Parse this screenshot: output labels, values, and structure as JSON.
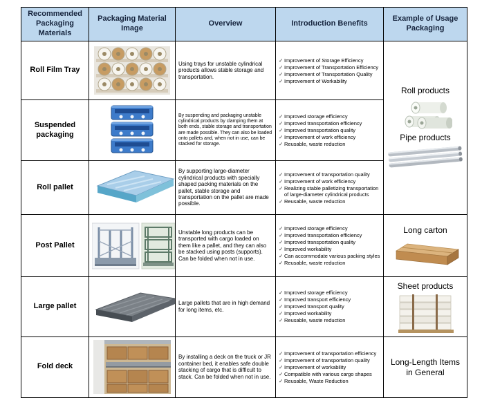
{
  "icons": {
    "check": "✓"
  },
  "colors": {
    "header_bg": "#bdd7ee",
    "header_text": "#16243d",
    "border": "#000000"
  },
  "header": {
    "col1": "Recommended Packaging Materials",
    "col2": "Packaging Material Image",
    "col3": "Overview",
    "col4": "Introduction Benefits",
    "col5": "Example of Usage Packaging"
  },
  "rows": [
    {
      "title": "Roll Film Tray",
      "overview": "Using trays for unstable cylindrical products allows stable storage and transportation.",
      "benefits": [
        "Improvement of Storage Efficiency",
        "Improvement of Transportation Efficiency",
        "Improvement of Transportation Quality",
        "Improvement of Workability"
      ]
    },
    {
      "title": "Suspended packaging",
      "overview": "By suspending and packaging unstable cylindrical products by clamping them at both ends, stable storage and transportation are made possible. They can also be loaded onto pallets and, when not in use, can be stacked for storage.",
      "benefits": [
        "Improved storage efficiency",
        "Improved transportation efficiency",
        "Improved transportation quality",
        "Improvement of work efficiency",
        "Reusable, waste reduction"
      ]
    },
    {
      "title": "Roll pallet",
      "overview": "By supporting large-diameter cylindrical products with specially shaped packing materials on the pallet, stable storage and transportation on the pallet are made possible.",
      "benefits": [
        "Improvement of transportation quality",
        "Improvement of work efficiency",
        "Realizing stable palletizing transportation of large-diameter cylindrical products",
        "Reusable, waste reduction"
      ]
    },
    {
      "title": "Post Pallet",
      "overview": "Unstable long products can be transported with cargo loaded on them like a pallet, and they can also be stacked using posts (supports).\nCan be folded when not in use.",
      "benefits": [
        "Improved storage efficiency",
        "Improved transportation efficiency",
        "Improved transportation quality",
        "Improved workability",
        "Can accommodate various packing styles",
        "Reusable, waste reduction"
      ]
    },
    {
      "title": "Large pallet",
      "overview": "Large pallets that are in high demand for long items, etc.",
      "benefits": [
        "Improved storage efficiency",
        "Improved transport efficiency",
        "Improved transport quality",
        "Improved workability",
        "Reusable, waste reduction"
      ]
    },
    {
      "title": "Fold deck",
      "overview": "By installing a deck on the truck or JR container bed, it enables safe double stacking of cargo that is difficult to stack. Can be folded when not in use.",
      "benefits": [
        "Improvement of transportation efficiency",
        "Improvement of transportation quality",
        "Improvement of workability",
        "Compatible with various cargo shapes",
        "Reusable, Waste Reduction"
      ]
    }
  ],
  "examples": {
    "roll_products": "Roll products",
    "pipe_products": "Pipe products",
    "long_carton": "Long carton",
    "sheet_products": "Sheet products",
    "long_length": "Long-Length Items in General"
  }
}
